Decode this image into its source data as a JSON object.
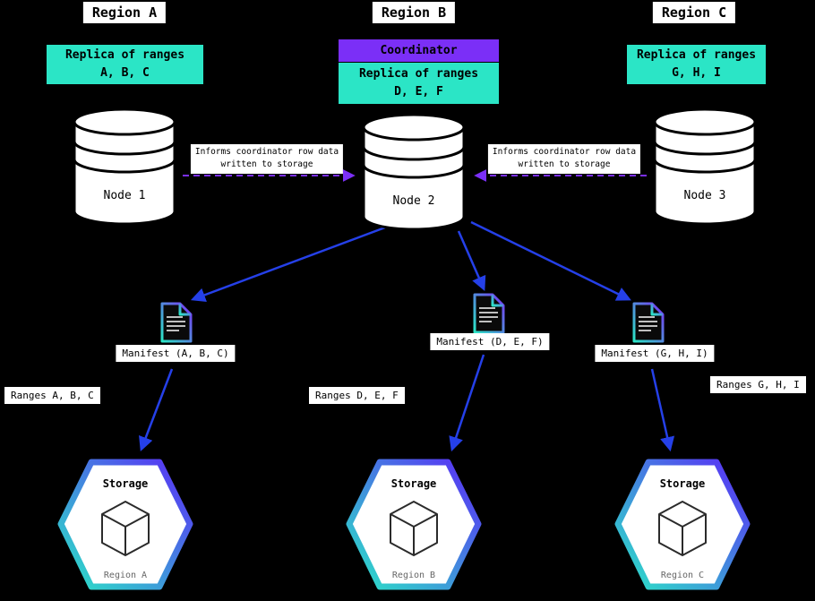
{
  "colors": {
    "background": "#000000",
    "cyan": "#2BE5C6",
    "purple": "#7B2FF7",
    "arrow_blue": "#2540E8"
  },
  "coordinator_label": "Coordinator",
  "sync_message": {
    "line1": "Informs coordinator row data",
    "line2": "written to storage"
  },
  "regions": [
    {
      "title": "Region A",
      "replica_line1": "Replica of ranges",
      "replica_line2": "A, B, C",
      "node_label": "Node 1",
      "manifest_label": "Manifest (A, B, C)",
      "ranges_label": "Ranges A, B, C",
      "storage_title": "Storage",
      "storage_region": "Region A"
    },
    {
      "title": "Region B",
      "replica_line1": "Replica of ranges",
      "replica_line2": "D, E, F",
      "node_label": "Node 2",
      "manifest_label": "Manifest (D, E, F)",
      "ranges_label": "Ranges D, E, F",
      "storage_title": "Storage",
      "storage_region": "Region B"
    },
    {
      "title": "Region C",
      "replica_line1": "Replica of ranges",
      "replica_line2": "G, H, I",
      "node_label": "Node 3",
      "manifest_label": "Manifest (G, H, I)",
      "ranges_label": "Ranges G, H, I",
      "storage_title": "Storage",
      "storage_region": "Region C"
    }
  ]
}
